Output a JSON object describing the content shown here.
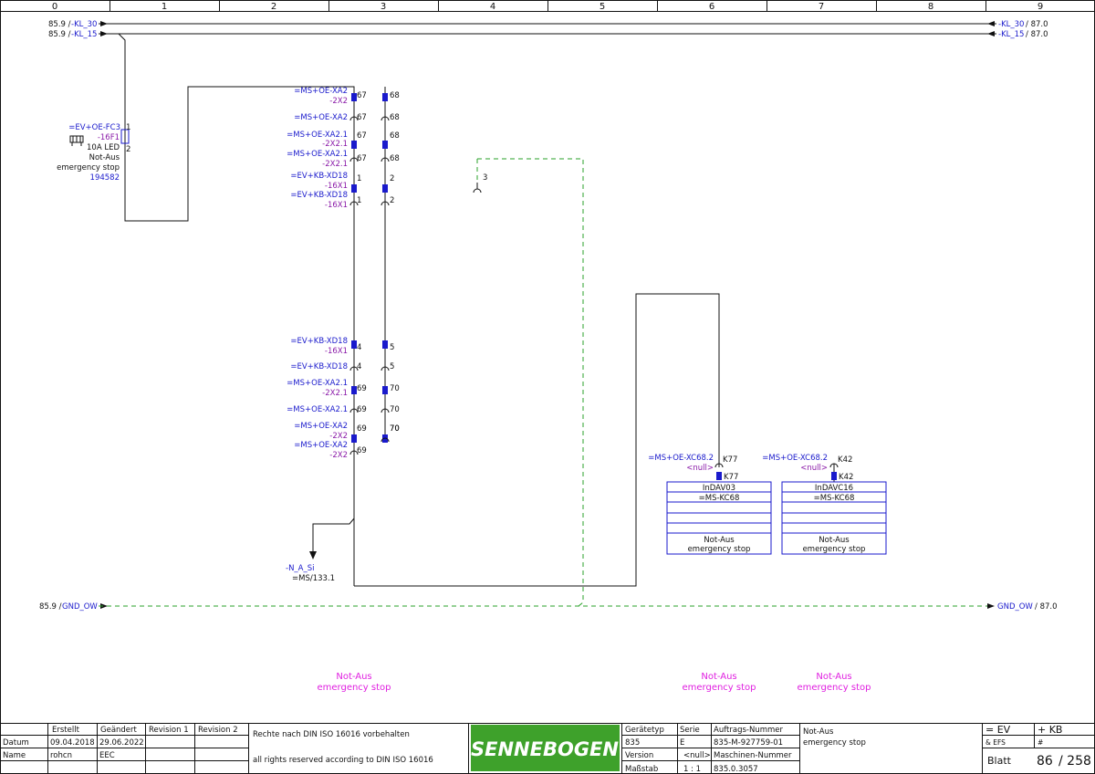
{
  "columns": [
    "0",
    "1",
    "2",
    "3",
    "4",
    "5",
    "6",
    "7",
    "8",
    "9"
  ],
  "colors": {
    "wire": "#111111",
    "ground": "#2aa22a",
    "label_blue": "#1a1acc",
    "label_purple": "#8a1aa8",
    "caption": "#e020e0",
    "device_blue": "#1a1acc",
    "logo_green": "#3ea12b"
  },
  "left_refs": [
    {
      "ref": "85.9 /",
      "sig": "-KL_30"
    },
    {
      "ref": "85.9 /",
      "sig": "-KL_15"
    },
    {
      "ref": "85.9 /",
      "sig": "GND_OW"
    }
  ],
  "right_refs": [
    {
      "sig": "-KL_30",
      "ref": "/ 87.0"
    },
    {
      "sig": "-KL_15",
      "ref": "/ 87.0"
    },
    {
      "sig": "GND_OW",
      "ref": "/ 87.0"
    }
  ],
  "fuse": {
    "name": "=EV+OE-FC3",
    "tag": "-16F1",
    "pin1": "1",
    "pin2": "2",
    "rating": "10A LED",
    "desc1": "Not-Aus",
    "desc2": "emergency stop",
    "part": "194582"
  },
  "connectors": {
    "c1_top": {
      "name": "=MS+OE-XA2",
      "sub": "-2X2",
      "p1": "67",
      "p2": "68"
    },
    "c1_bot": {
      "name": "=MS+OE-XA2",
      "p1": "67",
      "p2": "68"
    },
    "c2_top": {
      "name": "=MS+OE-XA2.1",
      "sub": "-2X2.1",
      "p1": "67",
      "p2": "68"
    },
    "c2_bot": {
      "name": "=MS+OE-XA2.1",
      "sub": "-2X2.1",
      "p1": "67",
      "p2": "68"
    },
    "c3_top": {
      "name": "=EV+KB-XD18",
      "sub": "-16X1",
      "p1": "1",
      "p2": "2"
    },
    "c3_bot": {
      "name": "=EV+KB-XD18",
      "sub": "-16X1",
      "p1": "1",
      "p2": "2"
    },
    "c4_top": {
      "name": "=EV+KB-XD18",
      "sub": "-16X1",
      "p1": "4",
      "p2": "5"
    },
    "c4_bot": {
      "name": "=EV+KB-XD18",
      "p1": "4",
      "p2": "5"
    },
    "c5_top": {
      "name": "=MS+OE-XA2.1",
      "sub": "-2X2.1",
      "p1": "69",
      "p2": "70"
    },
    "c5_bot": {
      "name": "=MS+OE-XA2.1",
      "p1": "69",
      "p2": "70"
    },
    "c6_top": {
      "name": "=MS+OE-XA2",
      "sub": "-2X2",
      "p1": "69",
      "p2": "70"
    },
    "c6_bot": {
      "name": "=MS+OE-XA2",
      "sub": "-2X2",
      "p1": "69"
    }
  },
  "open_pin": "3",
  "cross_ref": {
    "sig": "-N_A_Si",
    "ref": "=MS/133.1"
  },
  "plugs": [
    {
      "name": "=MS+OE-XC68.2",
      "sub": "<null>",
      "pin_top": "K77",
      "pin_bot": "K77",
      "dev": "InDAV03",
      "loc": "=MS-KC68",
      "desc1": "Not-Aus",
      "desc2": "emergency stop"
    },
    {
      "name": "=MS+OE-XC68.2",
      "sub": "<null>",
      "pin_top": "K42",
      "pin_bot": "K42",
      "dev": "InDAVC16",
      "loc": "=MS-KC68",
      "desc1": "Not-Aus",
      "desc2": "emergency stop"
    }
  ],
  "captions": [
    {
      "l1": "Not-Aus",
      "l2": "emergency stop"
    },
    {
      "l1": "Not-Aus",
      "l2": "emergency stop"
    },
    {
      "l1": "Not-Aus",
      "l2": "emergency stop"
    }
  ],
  "title_block": {
    "h_created": "Erstellt",
    "h_changed": "Geändert",
    "h_rev1": "Revision 1",
    "h_rev2": "Revision 2",
    "date_label": "Datum",
    "date_created": "09.04.2018",
    "date_changed": "29.06.2022",
    "name_label": "Name",
    "name_created": "rohcn",
    "name_changed": "EEC",
    "rights_de": "Rechte nach DIN ISO 16016 vorbehalten",
    "rights_en": "all rights reserved according to DIN ISO 16016",
    "logo": "SENNEBOGEN",
    "geraetetyp_label": "Gerätetyp",
    "serie_label": "Serie",
    "auftrag_label": "Auftrags-Nummer",
    "geraetetyp": "835",
    "serie": "E",
    "auftrag": "835-M-927759-01",
    "version_label": "Version",
    "version": "<null>",
    "maschinen_label": "Maschinen-Nummer",
    "massstab_label": "Maßstab",
    "massstab": "1 : 1",
    "maschinen": "835.0.3057",
    "title1": "Not-Aus",
    "title2": "emergency stop",
    "plant": "= EV",
    "location": "+ KB",
    "efs": "& EFS",
    "hash": "#",
    "blatt_label": "Blatt",
    "sheet": "86",
    "total": "/ 258"
  }
}
